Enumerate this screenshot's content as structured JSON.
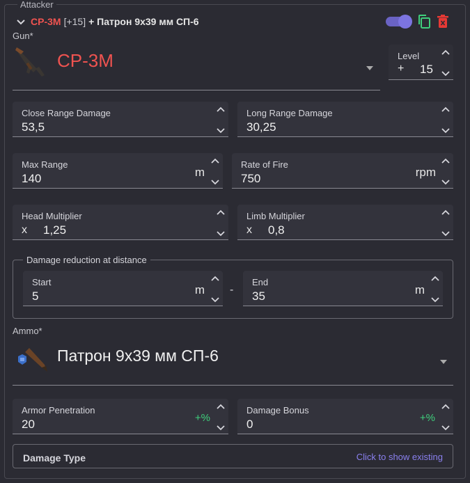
{
  "section": {
    "legend": "Attacker"
  },
  "header": {
    "gun": "СР-3М",
    "level": "[+15]",
    "rest": "+ Патрон 9x39 мм СП-6"
  },
  "colors": {
    "accent": "#7c74e0",
    "gun_red": "#ef5350",
    "green": "#3fcf7c",
    "red": "#e53935"
  },
  "icons": {
    "collapse": "chevron-down-icon",
    "copy": "copy-icon",
    "delete": "trash-icon",
    "toggle": "toggle-switch"
  },
  "gun": {
    "label": "Gun*",
    "name": "СР-3М"
  },
  "level": {
    "label": "Level",
    "prefix": "+",
    "value": "15"
  },
  "fields": {
    "close_range_damage": {
      "label": "Close Range Damage",
      "value": "53,5"
    },
    "long_range_damage": {
      "label": "Long Range Damage",
      "value": "30,25"
    },
    "max_range": {
      "label": "Max Range",
      "value": "140",
      "unit": "m"
    },
    "rate_of_fire": {
      "label": "Rate of Fire",
      "value": "750",
      "unit": "rpm"
    },
    "head_multiplier": {
      "label": "Head Multiplier",
      "prefix": "x",
      "value": "1,25"
    },
    "limb_multiplier": {
      "label": "Limb Multiplier",
      "prefix": "x",
      "value": "0,8"
    }
  },
  "damage_reduction": {
    "legend": "Damage reduction at distance",
    "start": {
      "label": "Start",
      "value": "5",
      "unit": "m"
    },
    "separator": "-",
    "end": {
      "label": "End",
      "value": "35",
      "unit": "m"
    }
  },
  "ammo": {
    "label": "Ammo*",
    "name": "Патрон 9x39 мм СП-6"
  },
  "armor_penetration": {
    "label": "Armor Penetration",
    "value": "20",
    "unit": "+%"
  },
  "damage_bonus": {
    "label": "Damage Bonus",
    "value": "0",
    "unit": "+%"
  },
  "damage_type": {
    "label": "Damage Type",
    "link": "Click to show existing"
  }
}
